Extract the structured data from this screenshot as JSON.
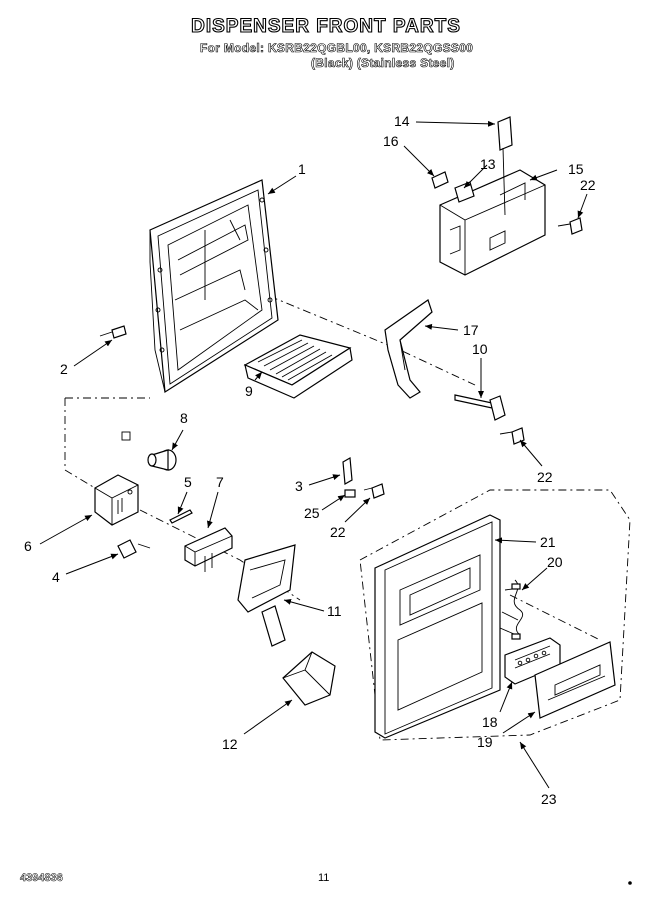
{
  "header": {
    "title": "DISPENSER FRONT PARTS",
    "model_line": "For Model: KSRB22QGBL00, KSRB22QGSS00",
    "variant_line": "(Black)   (Stainless Steel)"
  },
  "footer": {
    "doc_number": "4394836",
    "page_number": "11"
  },
  "callouts": [
    "1",
    "2",
    "3",
    "4",
    "5",
    "6",
    "7",
    "8",
    "9",
    "10",
    "11",
    "12",
    "13",
    "14",
    "15",
    "16",
    "17",
    "18",
    "19",
    "20",
    "21",
    "22",
    "22",
    "22",
    "23",
    "25"
  ]
}
